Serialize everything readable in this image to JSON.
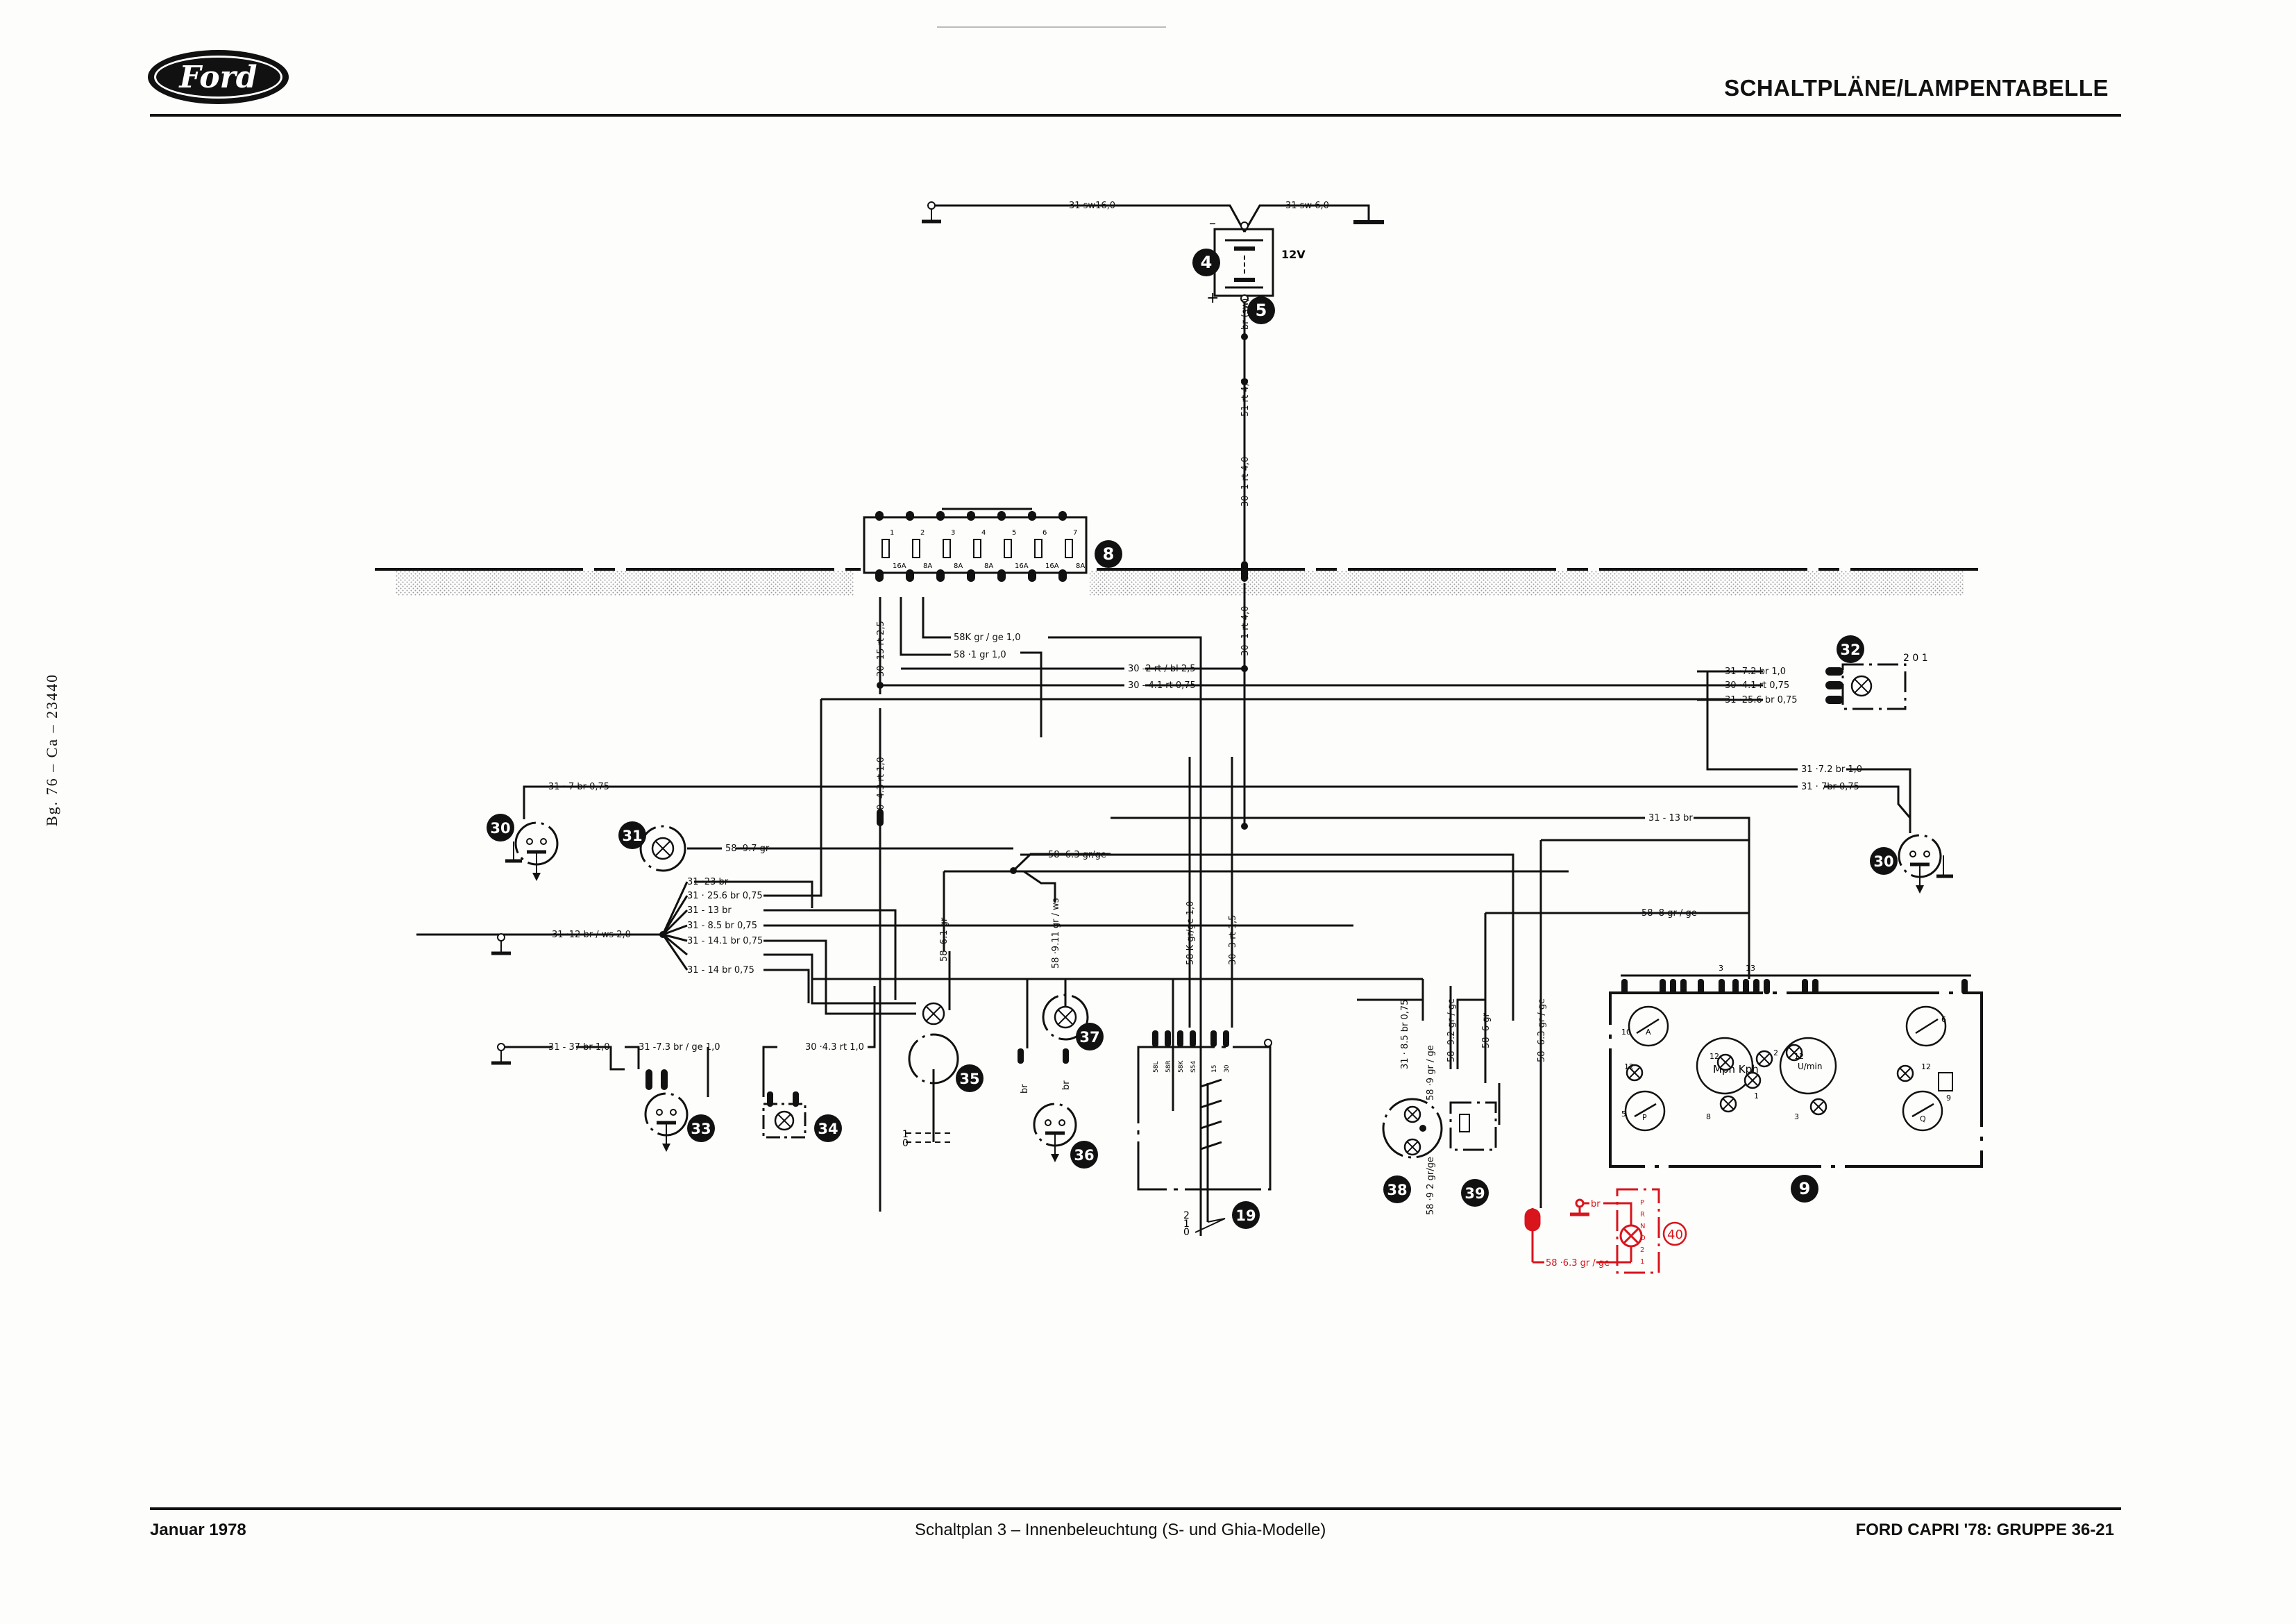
{
  "header": {
    "brand": "Ford",
    "title": "SCHALTPLÄNE/LAMPENTABELLE"
  },
  "side_reference": "Bg. 76 – Ca – 23440",
  "footer": {
    "date": "Januar 1978",
    "caption": "Schaltplan 3 – Innenbeleuchtung (S- und Ghia-Modelle)",
    "page_ref": "FORD CAPRI '78: GRUPPE 36-21"
  },
  "colors": {
    "ink": "#111111",
    "accent_red": "#d8141c",
    "paper": "#fdfdfb"
  },
  "components": {
    "battery": {
      "id": "4",
      "voltage": "12V",
      "minus": "–",
      "plus": "+"
    },
    "starter_terminal": {
      "id": "5"
    },
    "fusebox": {
      "id": "8",
      "fuses": [
        {
          "n": "1",
          "rating": "16A"
        },
        {
          "n": "2",
          "rating": "8A"
        },
        {
          "n": "3",
          "rating": "8A"
        },
        {
          "n": "4",
          "rating": "8A"
        },
        {
          "n": "5",
          "rating": "16A"
        },
        {
          "n": "6",
          "rating": "16A"
        },
        {
          "n": "7",
          "rating": "8A"
        }
      ]
    },
    "instrument_cluster": {
      "id": "9",
      "top_pins": [
        "3",
        "13"
      ],
      "gauges": [
        "A",
        "P",
        "Mph Kph",
        "U/min",
        "Q"
      ],
      "labels": [
        "10",
        "5",
        "12",
        "12",
        "12",
        "12",
        "2",
        "1",
        "8",
        "3",
        "6",
        "9"
      ]
    },
    "light_switch": {
      "id": "19",
      "terminals": [
        "58L",
        "58R",
        "58K",
        "S54",
        "15",
        "30"
      ],
      "positions": [
        "2",
        "1",
        "0"
      ]
    },
    "door_switch_left": {
      "id": "30"
    },
    "door_switch_right": {
      "id": "30"
    },
    "interior_lamp": {
      "id": "31"
    },
    "courtesy_lamp": {
      "id": "32",
      "positions": [
        "2",
        "0",
        "1"
      ]
    },
    "boot_switch": {
      "id": "33"
    },
    "boot_lamp": {
      "id": "34"
    },
    "glovebox_lamp": {
      "id": "35",
      "positions": [
        "1",
        "0"
      ]
    },
    "glovebox_switch": {
      "id": "36"
    },
    "lighter_lamp": {
      "id": "37"
    },
    "clock": {
      "id": "38"
    },
    "dimmer": {
      "id": "39"
    },
    "selector_lamp": {
      "id": "40",
      "gears": [
        "P",
        "R",
        "N",
        "D",
        "2",
        "1"
      ]
    }
  },
  "wires": {
    "w_31sw16": "31 sw16,0",
    "w_31sw6": "31 sw 6,0",
    "w_br_sw": "br (sw)",
    "w_51rt4": "51 rt 4,0",
    "w_30_1rt4": "30 ·1 rt 4,0",
    "w_30_1rt4b": "30 ·1 rt 4,0",
    "w_30_15rt": "30 ·15 rt 2,5",
    "w_58k": "58K gr / ge 1,0",
    "w_58_1": "58 ·1 gr  1,0",
    "w_30_2": "30 -2 rt / bl  2,5",
    "w_30_41": "30 - 4.1 rt  0,75",
    "w_30_43": "30 ·4.3 rt 1,0",
    "w_31_72a": "31 ·7.2 br 1,0",
    "w_30_41b": "30 ·4.1 rt 0,75",
    "w_31_256a": "31 ·25.6 br 0,75",
    "w_31_72b": "31 ·7.2  br  1,0",
    "w_31_7br_r": "31 · 7br 0,75",
    "w_31_7br_l": "31 · 7 br 0,75",
    "w_31_13br": "31 - 13 br",
    "w_58_97": "58 ·9.7 gr",
    "w_58_63": "58 ·6.3 gr/ge",
    "w_58_8": "58 ·8 gr / ge",
    "w_31_23": "31 ·23 br",
    "w_31_256b": "31 · 25.6 br 0,75",
    "w_31_13b": "31 - 13 br",
    "w_31_85": "31 - 8.5 br 0,75",
    "w_31_141": "31 - 14.1 br 0,75",
    "w_31_14": "31 - 14 br 0,75",
    "w_31_12": "31 ·12 br / ws 2,0",
    "w_58_61": "58 ·6.1 gr",
    "w_58_911": "58 ·9.11 gr / ws",
    "w_58k_v": "58 K gr/ge 1,0",
    "w_30_3": "30 ·3 rt 1,5",
    "w_31_85v": "31 · 8.5 br 0,75",
    "w_58_9": "58 ·9 gr / ge",
    "w_58_92a": "58 ·9.2 gr / ge",
    "w_58_92b": "58 ·9 2 gr/ge",
    "w_58_6": "58 ·6 gr",
    "w_58_63v": "58 ·6.3 gr / ge",
    "w_31_37": "31 - 37 br 1,0",
    "w_31_73": "31 -7.3 br / ge 1,0",
    "w_30_43b": "30 ·4.3 rt 1,0",
    "w_br1": "br",
    "w_br2": "br",
    "w_red_br": "br",
    "w_red_58": "58 ·6.3 gr / ge"
  }
}
